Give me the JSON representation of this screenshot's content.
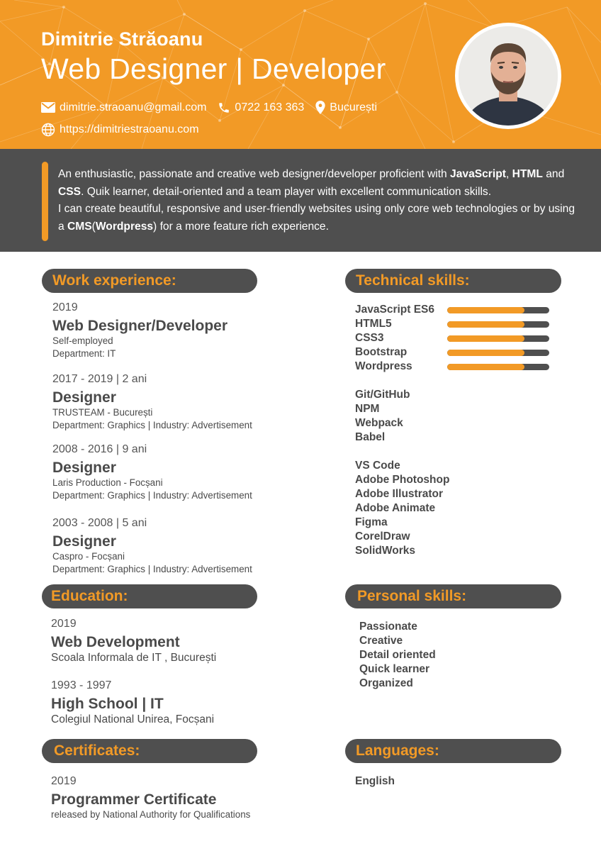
{
  "header": {
    "name": "Dimitrie Străoanu",
    "title": "Web Designer | Developer",
    "email": "dimitrie.straoanu@gmail.com",
    "phone": "0722 163 363",
    "location": "București",
    "website": "https://dimitriestraoanu.com",
    "accent": "#f29a26"
  },
  "summary": {
    "p1": "An enthusiastic, passionate and creative web designer/developer proficient with ",
    "b1": "JavaScript",
    "s1": ", ",
    "b2": "HTML",
    "s2": " and ",
    "b3": "CSS",
    "p2": ". Quik learner, detail-oriented and a team player with excellent communication skills.",
    "p3": "I can create beautiful, responsive and user-friendly websites using only core web technologies or by using a ",
    "b4": "CMS",
    "s3": "(",
    "b5": "Wordpress",
    "p4": ") for a more feature rich experience."
  },
  "sections": {
    "work": "Work experience:",
    "education": "Education:",
    "certificates": "Certificates:",
    "technical": "Technical skills:",
    "personal": "Personal skills:",
    "languages": "Languages:"
  },
  "work": [
    {
      "date": "2019",
      "role": "Web Designer/Developer",
      "line1": "Self-employed",
      "line2": "Department: IT"
    },
    {
      "date": "2017 - 2019 | 2 ani",
      "role": "Designer",
      "line1": "TRUSTEAM - București",
      "line2": "Department: Graphics | Industry: Advertisement"
    },
    {
      "date": "2008 - 2016 | 9 ani",
      "role": "Designer",
      "line1": "Laris Production - Focșani",
      "line2": "Department: Graphics | Industry: Advertisement"
    },
    {
      "date": "2003 - 2008 | 5 ani",
      "role": "Designer",
      "line1": "Caspro - Focșani",
      "line2": "Department: Graphics | Industry: Advertisement"
    }
  ],
  "education": [
    {
      "date": "2019",
      "role": "Web Development",
      "line1": "Scoala Informala de IT , București"
    },
    {
      "date": "1993 - 1997",
      "role": "High School | IT",
      "line1": "Colegiul National Unirea, Focșani"
    }
  ],
  "certificates": [
    {
      "date": "2019",
      "role": "Programmer Certificate",
      "line1": "released by National Authority for Qualifications"
    }
  ],
  "technical": {
    "rated": [
      {
        "name": "JavaScript ES6",
        "level": 0.76
      },
      {
        "name": "HTML5",
        "level": 0.76
      },
      {
        "name": "CSS3",
        "level": 0.76
      },
      {
        "name": "Bootstrap",
        "level": 0.76
      },
      {
        "name": "Wordpress",
        "level": 0.76
      }
    ],
    "tools": [
      "Git/GitHub",
      "NPM",
      "Webpack",
      "Babel"
    ],
    "apps": [
      "VS Code",
      "Adobe Photoshop",
      "Adobe Illustrator",
      "Adobe Animate",
      "Figma",
      "CorelDraw",
      "SolidWorks"
    ]
  },
  "personal": [
    "Passionate",
    "Creative",
    "Detail oriented",
    "Quick learner",
    "Organized"
  ],
  "languages": [
    "English"
  ]
}
